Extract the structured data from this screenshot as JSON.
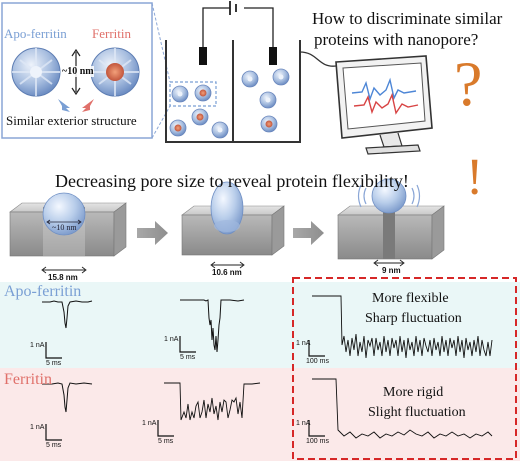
{
  "inset": {
    "apo_label": "Apo-ferritin",
    "ferritin_label": "Ferritin",
    "size_label": "~10 nm",
    "caption": "Similar exterior structure"
  },
  "question": {
    "line1": "How to discriminate similar",
    "line2": "proteins with nanopore?",
    "question_mark": "?",
    "exclamation_mark": "!"
  },
  "headline": "Decreasing pore size to reveal protein flexibility!",
  "pores": [
    {
      "inner_label": "~10 nm",
      "width_label": "15.8 nm"
    },
    {
      "width_label": "10.6 nm"
    },
    {
      "width_label": "9 nm"
    }
  ],
  "traces": {
    "apo_label": "Apo-ferritin",
    "ferritin_label": "Ferritin",
    "scale_current": "1 nA",
    "scale_time_short": "5 ms",
    "scale_time_long": "100 ms",
    "flexible_line1": "More flexible",
    "flexible_line2": "Sharp fluctuation",
    "rigid_line1": "More rigid",
    "rigid_line2": "Slight fluctuation"
  },
  "colors": {
    "apo": "#7a9fd4",
    "ferritin": "#e0706a",
    "accent_orange": "#d97a2b",
    "highlight_red": "#d62828",
    "apo_band": "#eaf7f7",
    "ferritin_band": "#fbe9e9"
  }
}
